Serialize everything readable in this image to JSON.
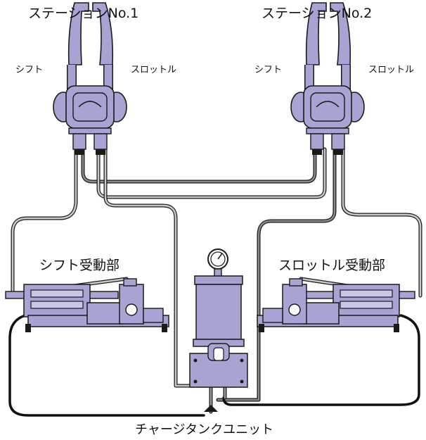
{
  "labels": {
    "station1": "ステーションNo.1",
    "station2": "ステーションNo.2",
    "shift1": "シフト",
    "throttle1": "スロットル",
    "shift2": "シフト",
    "throttle2": "スロットル",
    "shift_unit": "シフト受動部",
    "throttle_unit": "スロットル受動部",
    "charge_tank": "チャージタンクユニット"
  },
  "colors": {
    "lever_fill": "#a7a3d3",
    "lever_dark": "#5a568a",
    "outline": "#1a1a1a",
    "hose_gray": "#555555",
    "hose_light": "#9a9a9a",
    "hose_black": "#111111"
  }
}
